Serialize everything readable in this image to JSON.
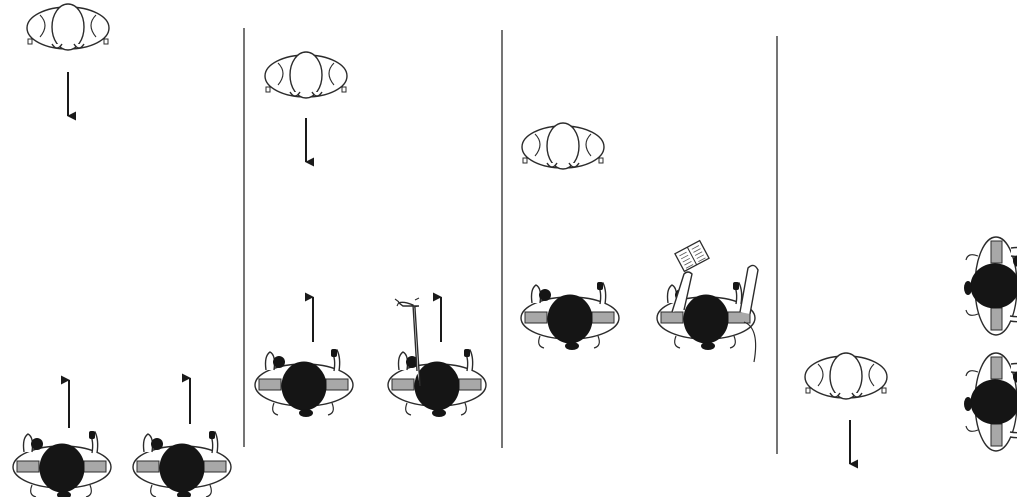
{
  "colors": {
    "background": "#ffffff",
    "line": "#2b2b2b",
    "hair": "#151515",
    "body_fill": "#ffffff",
    "accent_band": "#a8a8a8"
  },
  "panels": [
    {
      "id": "panel-1",
      "figures": [
        "walker-top-view",
        "person-a-seated-figure",
        "person-b-seated-figure"
      ],
      "arrows": [
        "down",
        "up",
        "up"
      ]
    },
    {
      "id": "panel-2",
      "figures": [
        "walker-top-view",
        "person-a-seated-figure",
        "person-b-raised-arm-figure"
      ],
      "arrows": [
        "down",
        "up",
        "up"
      ]
    },
    {
      "id": "panel-3",
      "figures": [
        "walker-top-view",
        "person-a-seated-figure",
        "person-b-reading-figure"
      ],
      "arrows": []
    },
    {
      "id": "panel-4",
      "figures": [
        "walker-top-view",
        "person-a-turned-figure",
        "person-b-turned-figure"
      ],
      "arrows": [
        "down"
      ]
    }
  ],
  "icons": [
    "down-arrow-icon",
    "up-arrow-icon"
  ]
}
